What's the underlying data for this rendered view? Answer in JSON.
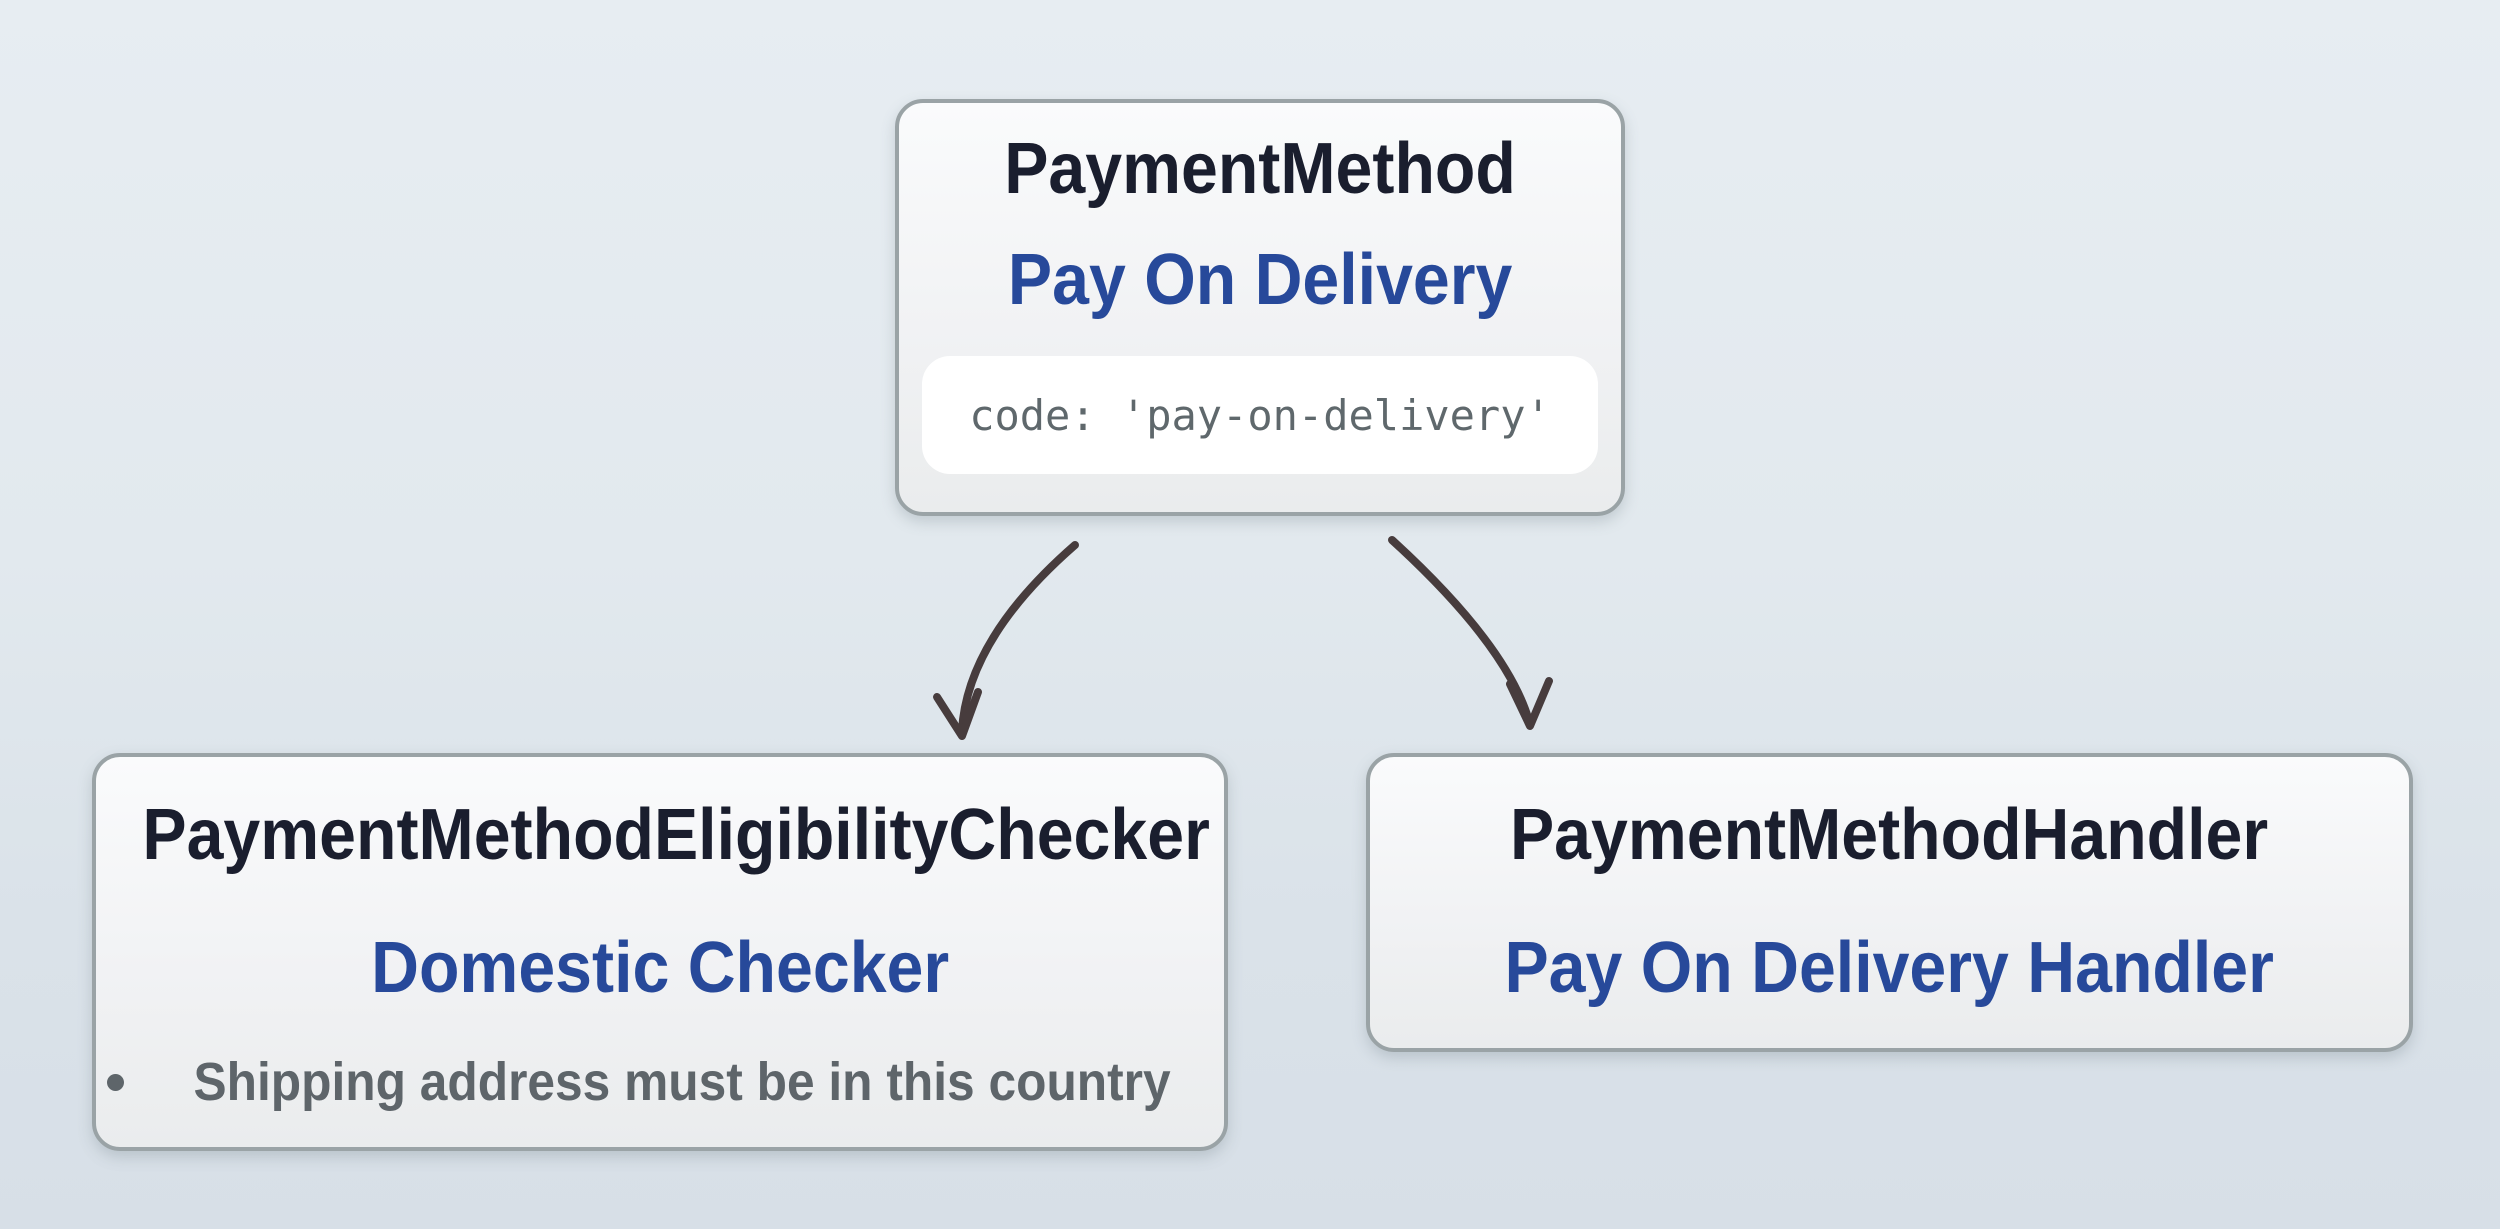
{
  "diagram": {
    "payment_method": {
      "title": "PaymentMethod",
      "subtitle": "Pay On Delivery",
      "code": "code: 'pay-on-delivery'"
    },
    "eligibility_checker": {
      "title": "PaymentMethodEligibilityChecker",
      "subtitle": "Domestic Checker",
      "bullets": [
        "Shipping address must be in this country"
      ]
    },
    "handler": {
      "title": "PaymentMethodHandler",
      "subtitle": "Pay On Delivery Handler"
    }
  },
  "colors": {
    "title_text": "#1a1e2e",
    "subtitle_blue": "#27499a",
    "bullet_gray": "#5e656a",
    "code_gray": "#5f686c",
    "box_border": "#9aa3a6",
    "box_background": "#f5f6f8",
    "code_pill_background": "#ffffff",
    "arrow": "#473c3d",
    "background_top": "#e7edf2",
    "background_bottom": "#d7dfe7"
  }
}
